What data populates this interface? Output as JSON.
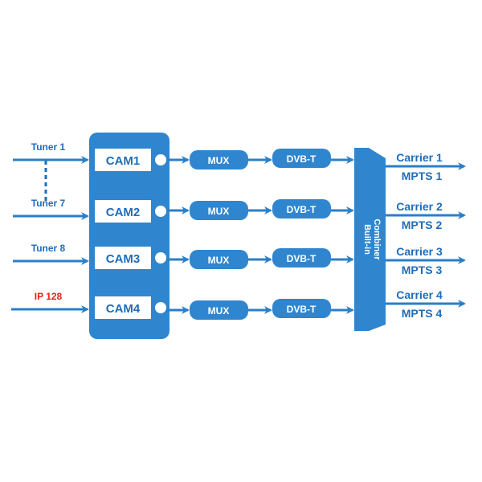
{
  "colors": {
    "primary": "#2f86cf",
    "line": "#2a7fc8",
    "text_blue": "#1f6db8",
    "ip_red": "#e2231a",
    "white": "#ffffff"
  },
  "inputs": [
    {
      "label": "Tuner 1",
      "color": "blue"
    },
    {
      "label": "Tuner 7",
      "color": "blue"
    },
    {
      "label": "Tuner 8",
      "color": "blue"
    },
    {
      "label": "IP 128",
      "color": "red"
    }
  ],
  "cams": [
    "CAM1",
    "CAM2",
    "CAM3",
    "CAM4"
  ],
  "mux_label": "MUX",
  "modulator_label": "DVB-T",
  "combiner": {
    "line1": "Built-in",
    "line2": "Combiner"
  },
  "outputs": [
    {
      "carrier": "Carrier 1",
      "mpts": "MPTS 1"
    },
    {
      "carrier": "Carrier 2",
      "mpts": "MPTS 2"
    },
    {
      "carrier": "Carrier 3",
      "mpts": "MPTS 3"
    },
    {
      "carrier": "Carrier 4",
      "mpts": "MPTS 4"
    }
  ]
}
